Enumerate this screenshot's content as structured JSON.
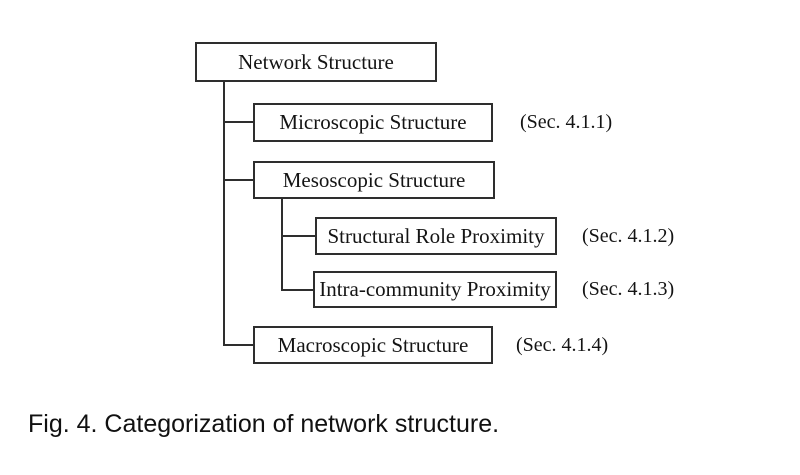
{
  "figure": {
    "caption": "Fig. 4. Categorization of network structure."
  },
  "tree": {
    "root": {
      "label": "Network Structure"
    },
    "children": [
      {
        "label": "Microscopic Structure",
        "section": "(Sec. 4.1.1)"
      },
      {
        "label": "Mesoscopic Structure",
        "section": "",
        "children": [
          {
            "label": "Structural Role Proximity",
            "section": "(Sec. 4.1.2)"
          },
          {
            "label": "Intra-community Proximity",
            "section": "(Sec. 4.1.3)"
          }
        ]
      },
      {
        "label": "Macroscopic Structure",
        "section": "(Sec. 4.1.4)"
      }
    ]
  },
  "colors": {
    "line": "#2e2e2e",
    "text": "#141414",
    "background": "#ffffff"
  }
}
